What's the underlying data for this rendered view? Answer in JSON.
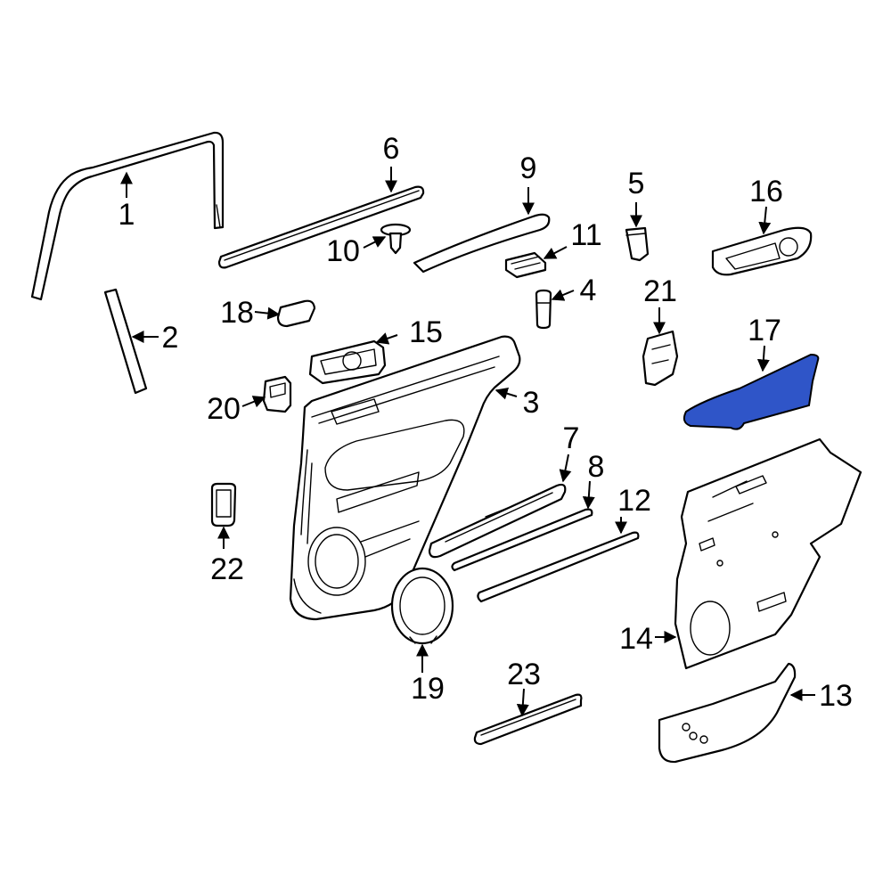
{
  "diagram": {
    "highlight_color": "#2f55c8",
    "line_color": "#000000",
    "background": "#ffffff",
    "highlighted_part": "17",
    "callouts": [
      {
        "id": "c1",
        "label": "1"
      },
      {
        "id": "c2",
        "label": "2"
      },
      {
        "id": "c3",
        "label": "3"
      },
      {
        "id": "c4",
        "label": "4"
      },
      {
        "id": "c5",
        "label": "5"
      },
      {
        "id": "c6",
        "label": "6"
      },
      {
        "id": "c7",
        "label": "7"
      },
      {
        "id": "c8",
        "label": "8"
      },
      {
        "id": "c9",
        "label": "9"
      },
      {
        "id": "c10",
        "label": "10"
      },
      {
        "id": "c11",
        "label": "11"
      },
      {
        "id": "c12",
        "label": "12"
      },
      {
        "id": "c13",
        "label": "13"
      },
      {
        "id": "c14",
        "label": "14"
      },
      {
        "id": "c15",
        "label": "15"
      },
      {
        "id": "c16",
        "label": "16"
      },
      {
        "id": "c17",
        "label": "17"
      },
      {
        "id": "c18",
        "label": "18"
      },
      {
        "id": "c19",
        "label": "19"
      },
      {
        "id": "c20",
        "label": "20"
      },
      {
        "id": "c21",
        "label": "21"
      },
      {
        "id": "c22",
        "label": "22"
      },
      {
        "id": "c23",
        "label": "23"
      }
    ]
  }
}
